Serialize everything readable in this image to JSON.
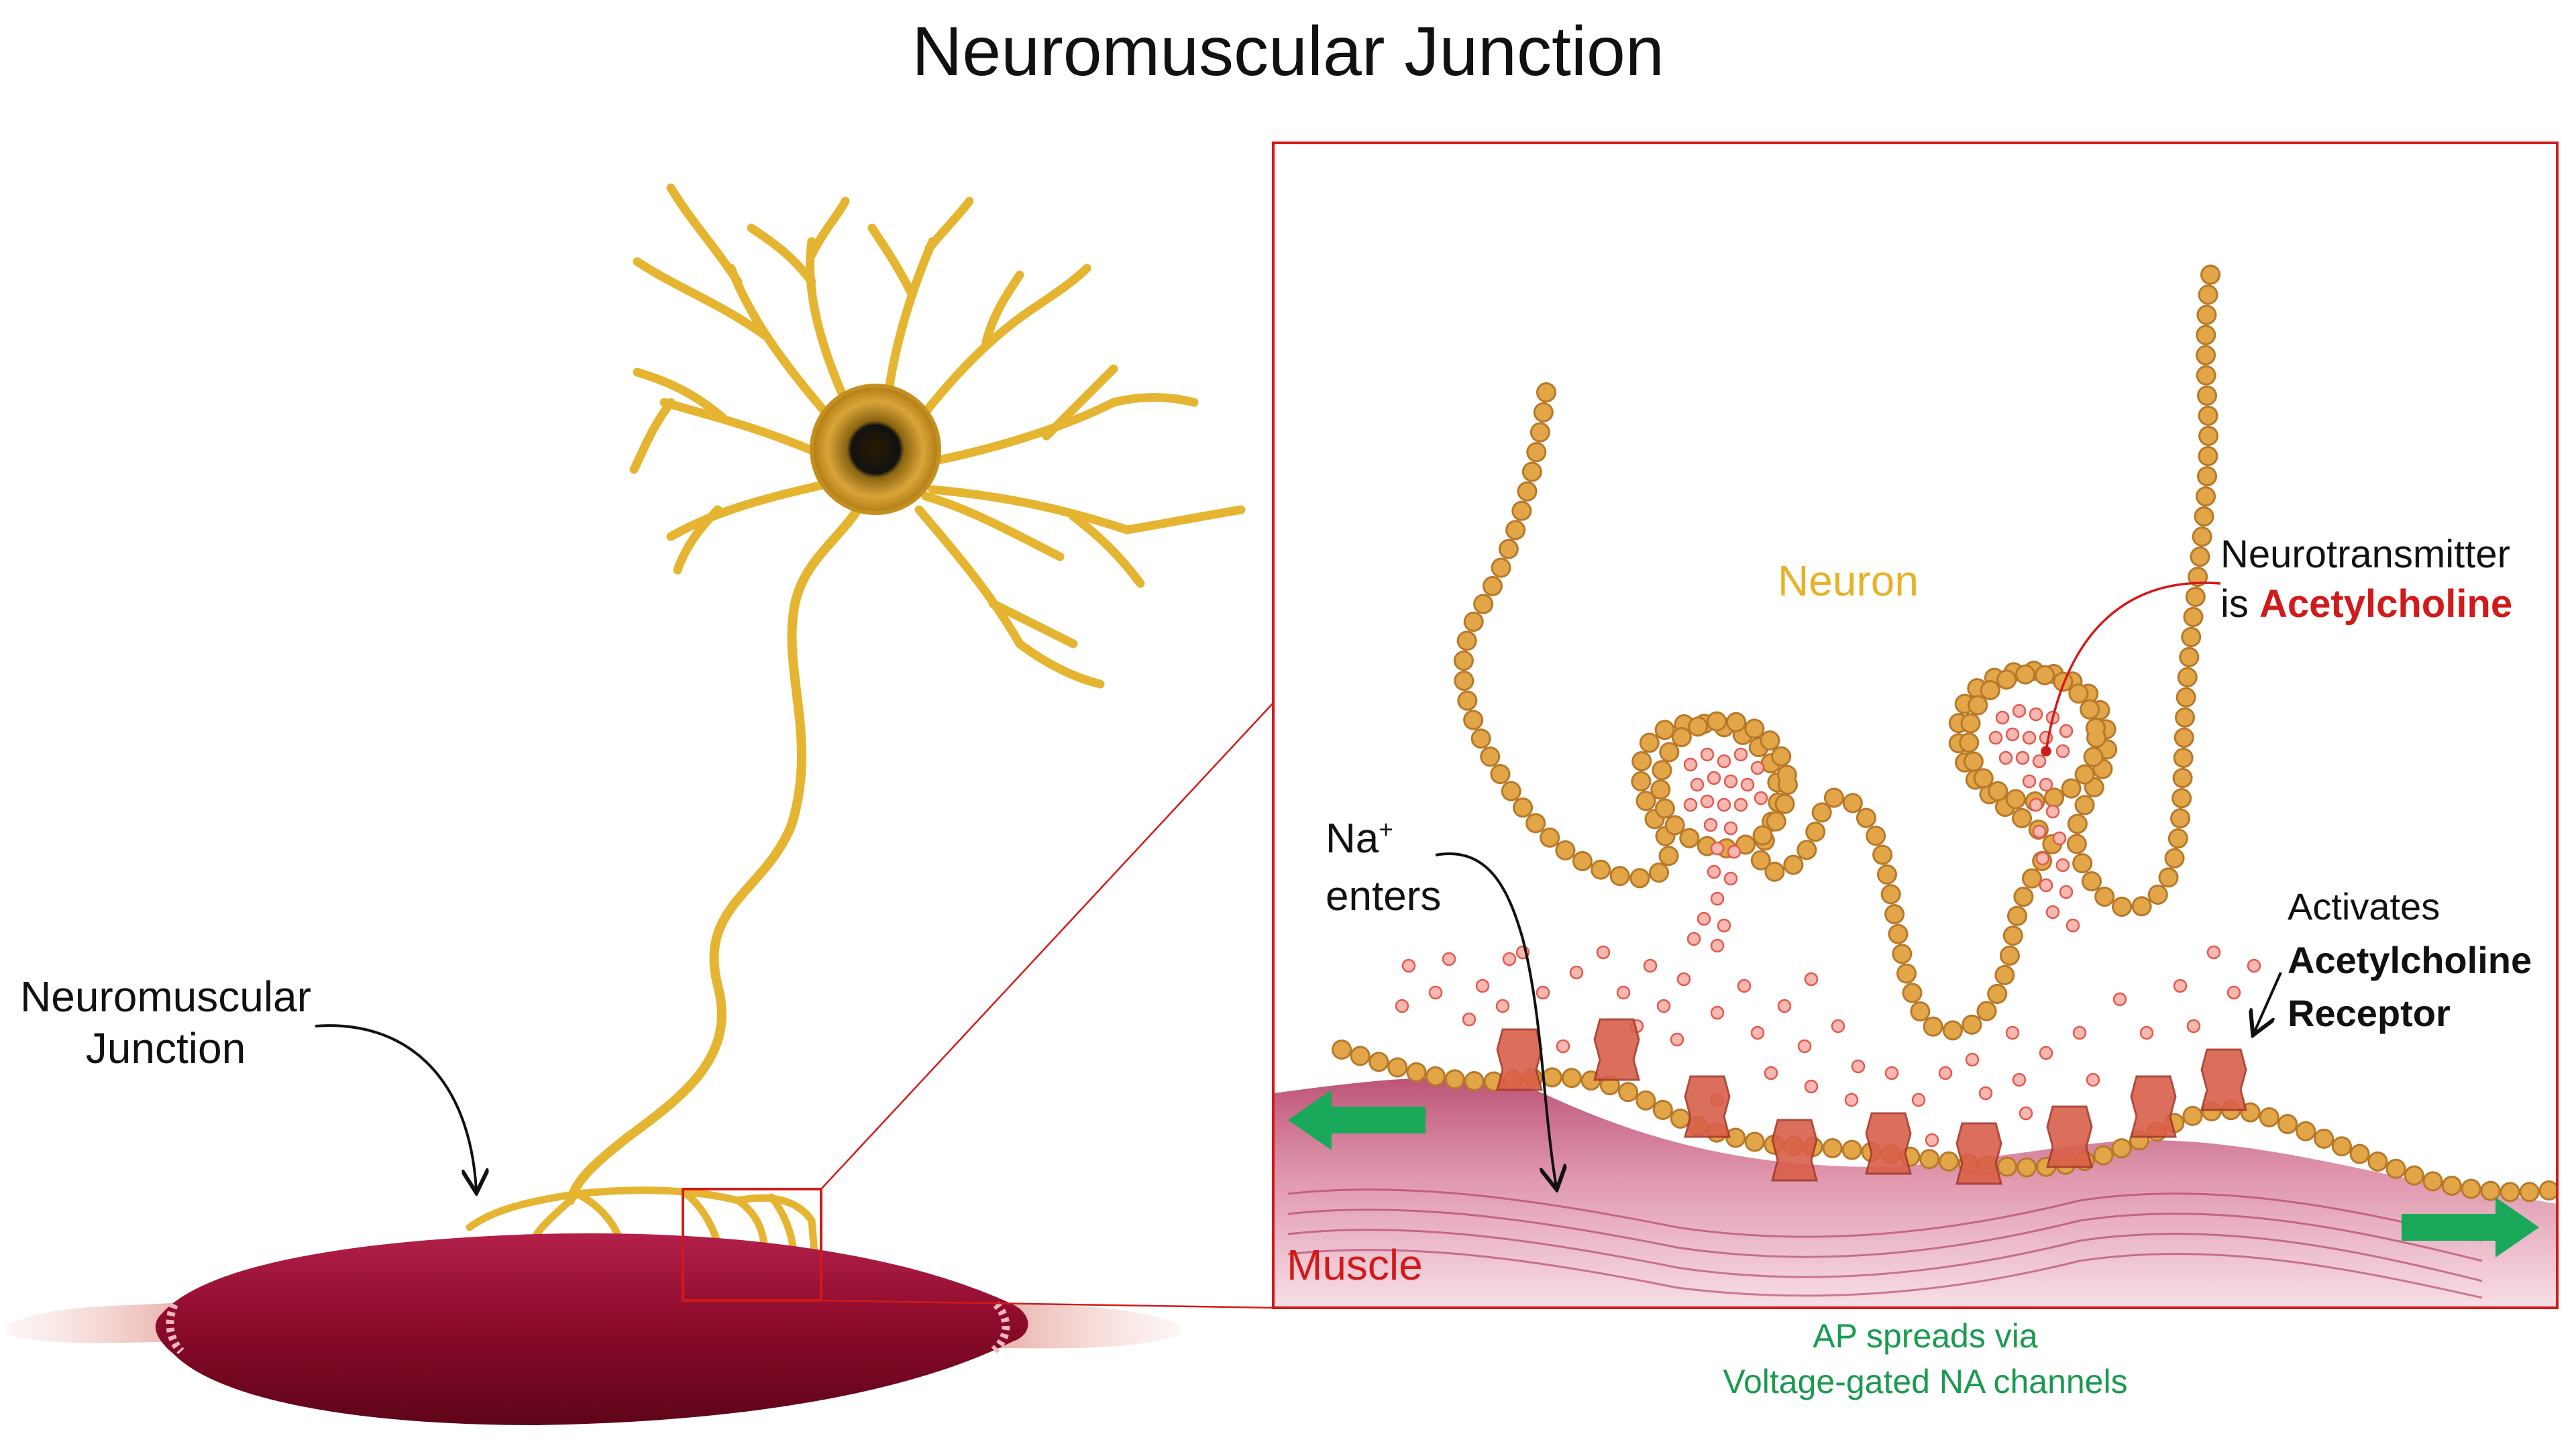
{
  "title": "Neuromuscular Junction",
  "labels": {
    "junction_line1": "Neuromuscular",
    "junction_line2": "Junction",
    "neuron": "Neuron",
    "neurotransmitter_line1": "Neurotransmitter",
    "neurotransmitter_prefix": "is ",
    "neurotransmitter_name": "Acetylcholine",
    "sodium_symbol": "Na",
    "sodium_superscript": "+",
    "sodium_verb": "enters",
    "activates": "Activates",
    "receptor_line1": "Acetylcholine",
    "receptor_line2": "Receptor",
    "muscle": "Muscle",
    "ap_line1": "AP spreads via",
    "ap_line2": "Voltage-gated NA channels"
  },
  "colors": {
    "neuron_yellow": "#e5b532",
    "soma": "#c9941c",
    "membrane_bead": "#e2a547",
    "membrane_bead_outline": "#b7782a",
    "vesicle": "#f08a80",
    "receptor": "#d9604a",
    "muscle_dark": "#8e0b2c",
    "muscle_pink": "#c23c66",
    "zoom_box": "#d11a1a",
    "arrow_green": "#1aa85a",
    "label_neuron": "#e8b227",
    "label_red": "#d11a1a",
    "label_green": "#1a9a4f"
  },
  "icons": [
    "left-arrow-icon",
    "right-arrow-icon",
    "curved-pointer-arrow-icon"
  ]
}
